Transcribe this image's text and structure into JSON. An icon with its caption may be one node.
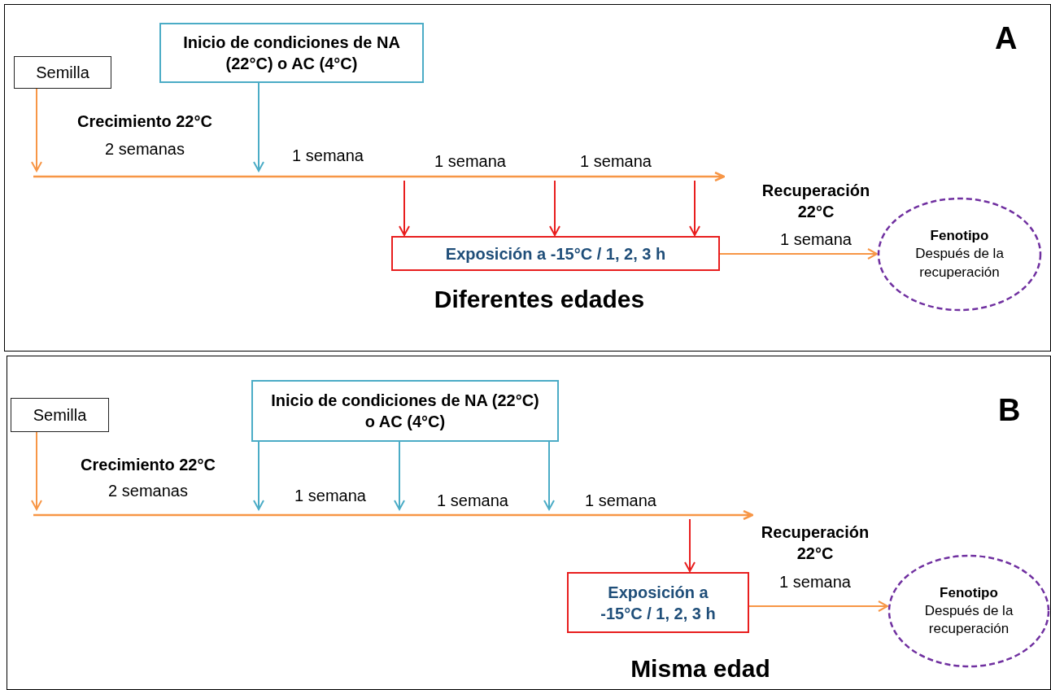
{
  "diagram": {
    "nodes": [
      {
        "text": [
          "A",
          "Diferentes edades"
        ]
      },
      {
        "text": [
          "Semilla"
        ],
        "in": 0
      },
      {
        "text": [
          "Inicio de condiciones de NA (22°C) o AC (4°C)"
        ],
        "in": 0
      },
      {
        "text": [],
        "shape": "bar",
        "in": 0
      },
      {
        "text": [
          "Exposición a -15°C / 1, 2, 3 h"
        ],
        "in": 0
      },
      {
        "text": [
          "Fenotipo",
          "Después de la recuperación"
        ],
        "in": 0
      },
      {
        "text": [
          "B",
          "Misma edad"
        ]
      },
      {
        "text": [
          "Semilla"
        ],
        "in": 6
      },
      {
        "text": [
          "Inicio de condiciones de NA (22°C) o AC (4°C)"
        ],
        "in": 6
      },
      {
        "text": [],
        "shape": "bar",
        "in": 6
      },
      {
        "text": [
          "Exposición a -15°C / 1, 2, 3 h"
        ],
        "in": 6
      },
      {
        "text": [
          "Fenotipo",
          "Después de la recuperación"
        ],
        "in": 6
      }
    ],
    "edges": [
      {
        "from": 1,
        "to": 3,
        "arrow": "to",
        "color": "#f79646"
      },
      {
        "from": 2,
        "to": 3,
        "arrow": "to",
        "color": "#4bacc6"
      },
      {
        "from": 3,
        "to": 4,
        "arrow": "to",
        "color": "#e81e1e"
      },
      {
        "from": 3,
        "to": 4,
        "arrow": "to",
        "color": "#e81e1e"
      },
      {
        "from": 3,
        "to": 4,
        "arrow": "to",
        "color": "#e81e1e"
      },
      {
        "from": 4,
        "to": 5,
        "arrow": "to",
        "color": "#f79646"
      },
      {
        "from": 7,
        "to": 9,
        "arrow": "to",
        "color": "#f79646"
      },
      {
        "from": 8,
        "to": 9,
        "arrow": "to",
        "color": "#4bacc6"
      },
      {
        "from": 8,
        "to": 9,
        "arrow": "to",
        "color": "#4bacc6"
      },
      {
        "from": 8,
        "to": 9,
        "arrow": "to",
        "color": "#4bacc6"
      },
      {
        "from": 9,
        "to": 10,
        "arrow": "to",
        "color": "#e81e1e"
      },
      {
        "from": 10,
        "to": 11,
        "arrow": "to",
        "color": "#f79646"
      }
    ],
    "labels": [
      "Crecimiento 22°C",
      "2 semanas",
      "1 semana",
      "1 semana",
      "1 semana",
      "Recuperación 22°C",
      "1 semana",
      "Crecimiento 22°C",
      "2 semanas",
      "1 semana",
      "1 semana",
      "1 semana",
      "Recuperación 22°C",
      "1 semana"
    ]
  }
}
